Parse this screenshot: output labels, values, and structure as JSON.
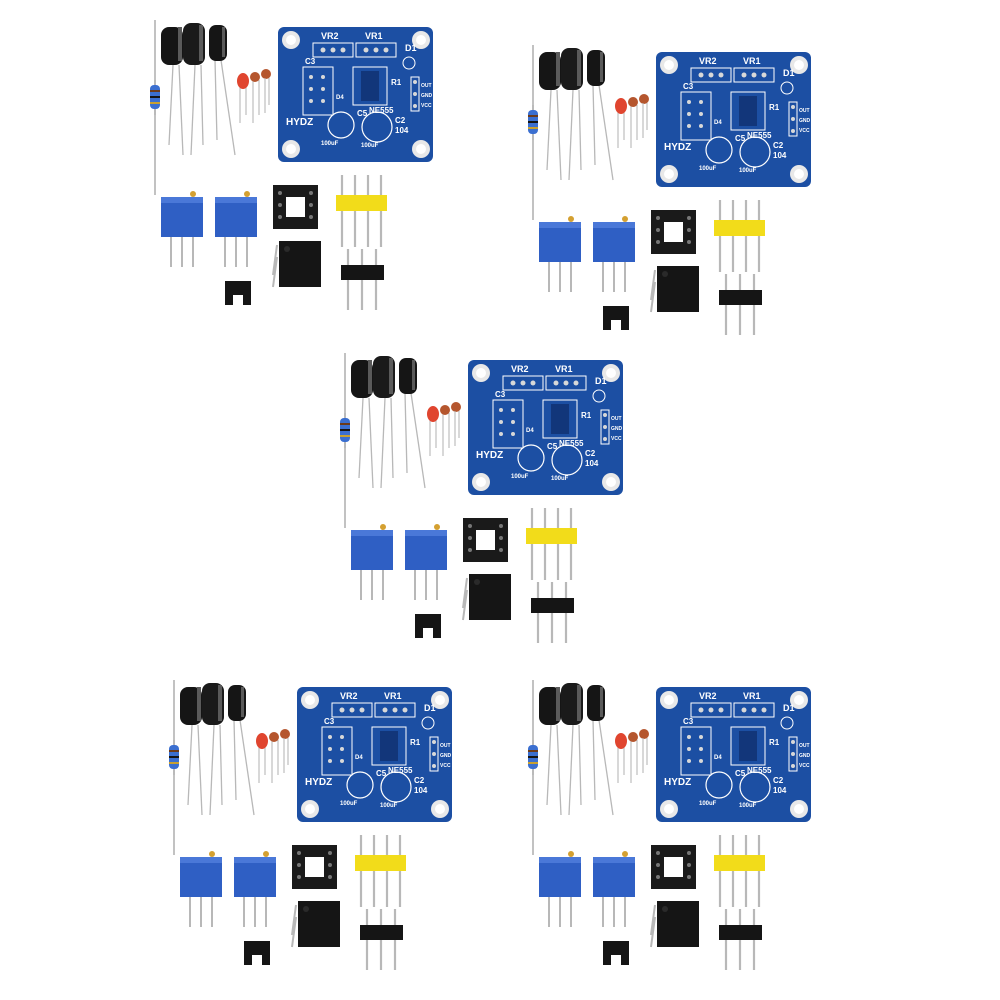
{
  "image": {
    "kit_count": 5,
    "board_labels": {
      "vr2": "VR2",
      "vr1": "VR1",
      "d1": "D1",
      "c3": "C3",
      "r1": "R1",
      "d4": "D4",
      "out": "OUT",
      "gnd": "GND",
      "vcc": "VCC",
      "c5": "C5",
      "ic": "NE555",
      "brand": "HYDZ",
      "c2": "C2",
      "cap_code": "104",
      "cap_value_1": "100uF",
      "cap_value_2": "100uF"
    },
    "colors": {
      "pcb": "#1c4fa3",
      "trimpot": "#2f5fc4",
      "header_yellow": "#f2dc1a",
      "component_black": "#151515",
      "ceramic_cap": "#b5562e",
      "led_red": "#e0452f"
    }
  }
}
